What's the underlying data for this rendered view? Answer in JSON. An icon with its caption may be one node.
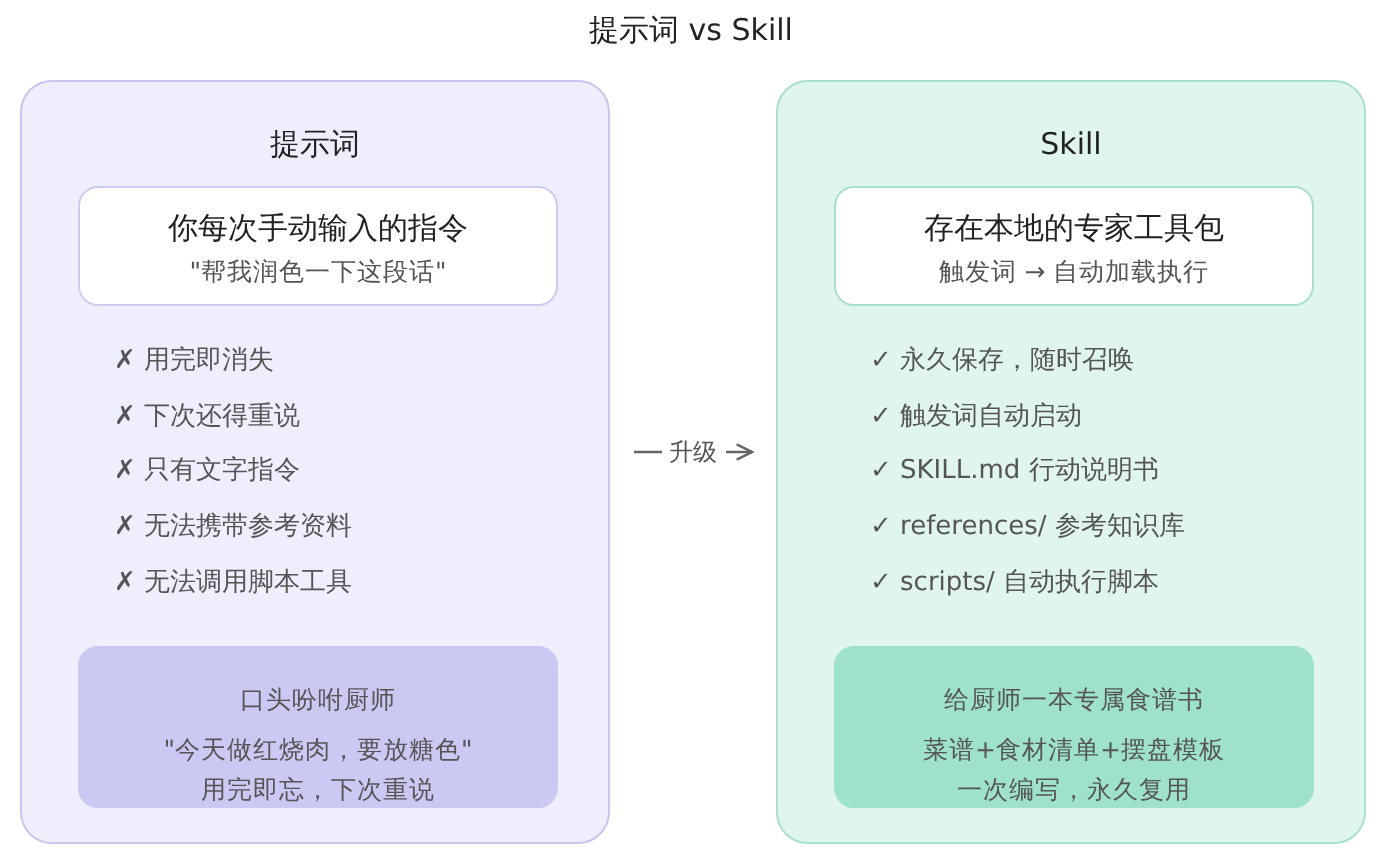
{
  "diagram": {
    "title": "提示词 vs Skill",
    "nodes": [
      {
        "text": [
          "提示词",
          "✗ 用完即消失",
          "✗ 下次还得重说",
          "✗ 只有文字指令",
          "✗ 无法携带参考资料",
          "✗ 无法调用脚本工具"
        ]
      },
      {
        "text": [
          "你每次手动输入的指令",
          "\"帮我润色一下这段话\""
        ],
        "in": 0
      },
      {
        "text": [
          "口头吩咐厨师",
          "\"今天做红烧肉，要放糖色\"",
          "用完即忘，下次重说"
        ],
        "in": 0
      },
      {
        "text": [
          "Skill",
          "✓ 永久保存，随时召唤",
          "✓ 触发词自动启动",
          "✓ SKILL.md 行动说明书",
          "✓ references/ 参考知识库",
          "✓ scripts/ 自动执行脚本"
        ]
      },
      {
        "text": [
          "存在本地的专家工具包",
          "触发词 → 自动加载执行"
        ],
        "in": 3
      },
      {
        "text": [
          "给厨师一本专属食谱书",
          "菜谱+食材清单+摆盘模板",
          "一次编写，永久复用"
        ],
        "in": 3
      }
    ],
    "edges": [
      {
        "from": 0,
        "to": 3,
        "label": "升级",
        "arrow": "to"
      }
    ]
  }
}
